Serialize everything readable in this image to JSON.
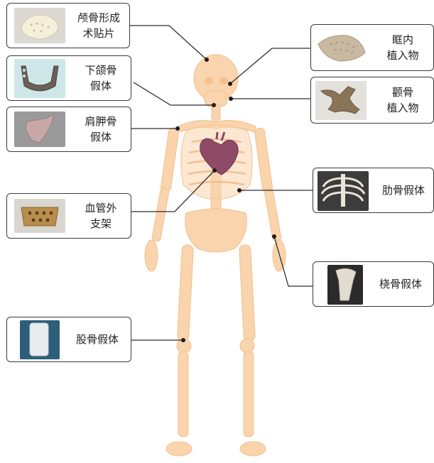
{
  "implants": [
    {
      "id": "skull-patch",
      "lines": [
        "颅骨形成",
        "术贴片"
      ],
      "icon": "skull-patch-image"
    },
    {
      "id": "mandible",
      "lines": [
        "下颌骨",
        "假体"
      ],
      "icon": "mandible-image"
    },
    {
      "id": "scapula",
      "lines": [
        "肩胛骨",
        "假体"
      ],
      "icon": "scapula-image"
    },
    {
      "id": "vascular-stent",
      "lines": [
        "血管外",
        "支架"
      ],
      "icon": "vascular-stent-image"
    },
    {
      "id": "femur",
      "lines": [
        "股骨假体"
      ],
      "icon": "femur-image"
    },
    {
      "id": "orbit",
      "lines": [
        "眶内",
        "植入物"
      ],
      "icon": "orbit-image"
    },
    {
      "id": "zygoma",
      "lines": [
        "颧骨",
        "植入物"
      ],
      "icon": "zygoma-image"
    },
    {
      "id": "rib",
      "lines": [
        "肋骨假体"
      ],
      "icon": "rib-image"
    },
    {
      "id": "radius",
      "lines": [
        "桡骨假体"
      ],
      "icon": "radius-image"
    }
  ],
  "colors": {
    "bone": "#f9d4ad",
    "bone_dark": "#f3c08f",
    "heart": "#8e4a67",
    "line": "#2e2e2e",
    "border": "#3a3a3a"
  }
}
